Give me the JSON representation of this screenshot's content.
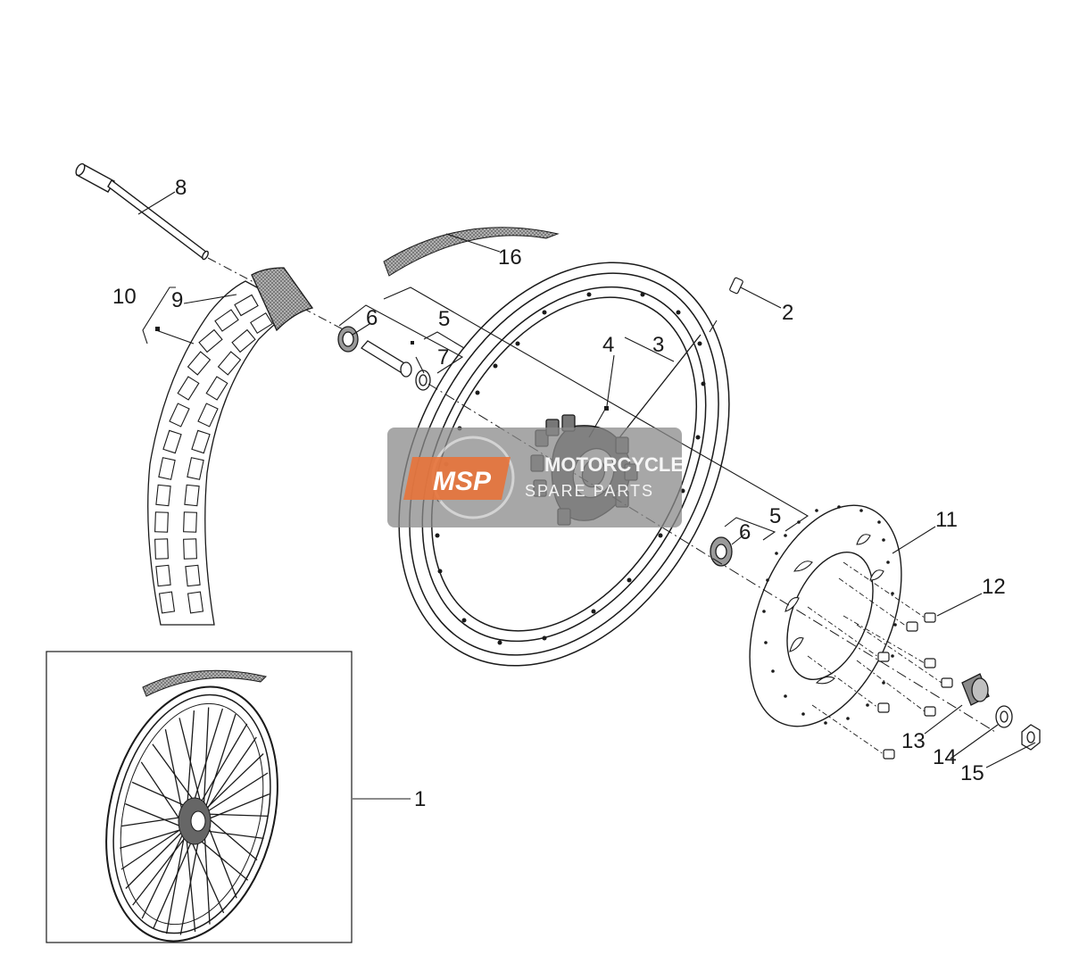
{
  "callouts": [
    "1",
    "2",
    "3",
    "4",
    "5",
    "5",
    "6",
    "6",
    "7",
    "8",
    "9",
    "10",
    "11",
    "12",
    "13",
    "14",
    "15",
    "16"
  ],
  "watermark": {
    "logo": "MSP",
    "line1": "MOTORCYCLE",
    "line2": "SPARE PARTS",
    "bg_color": "#8a8a8a",
    "accent_color": "#e8733a"
  },
  "colors": {
    "line": "#1a1a1a",
    "hatch": "#8c8c8c"
  }
}
